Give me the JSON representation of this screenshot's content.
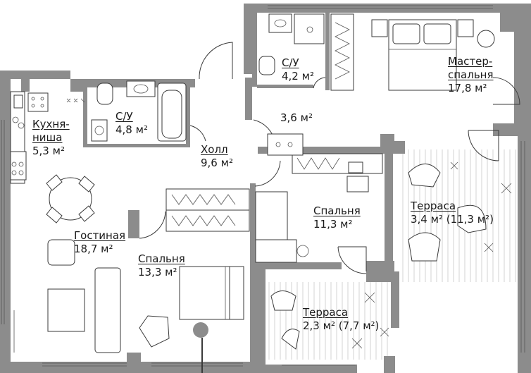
{
  "rooms": {
    "kitchen": {
      "name_1": "Кухня-",
      "name_2": "ниша",
      "area": "5,3 м²"
    },
    "bath_left": {
      "name": "С/У",
      "area": "4,8 м²"
    },
    "bath_top": {
      "name": "С/У",
      "area": "4,2 м²"
    },
    "master": {
      "name_1": "Мастер-",
      "name_2": "спальня",
      "area": "17,8 м²"
    },
    "corridor": {
      "area": "3,6 м²"
    },
    "hall": {
      "name": "Холл",
      "area": "9,6 м²"
    },
    "terrace_right": {
      "name": "Терраса",
      "area": "3,4 м² (11,3 м²)"
    },
    "bedroom_mid": {
      "name": "Спальня",
      "area": "11,3 м²"
    },
    "living": {
      "name": "Гостиная",
      "area": "18,7 м²"
    },
    "bedroom_left": {
      "name": "Спальня",
      "area": "13,3 м²"
    },
    "terrace_bottom": {
      "name": "Терраса",
      "area": "2,3 м² (7,7 м²)"
    }
  },
  "colors": {
    "wall": "#8c8c8c",
    "line": "#3a3a3a",
    "background": "#ffffff"
  }
}
